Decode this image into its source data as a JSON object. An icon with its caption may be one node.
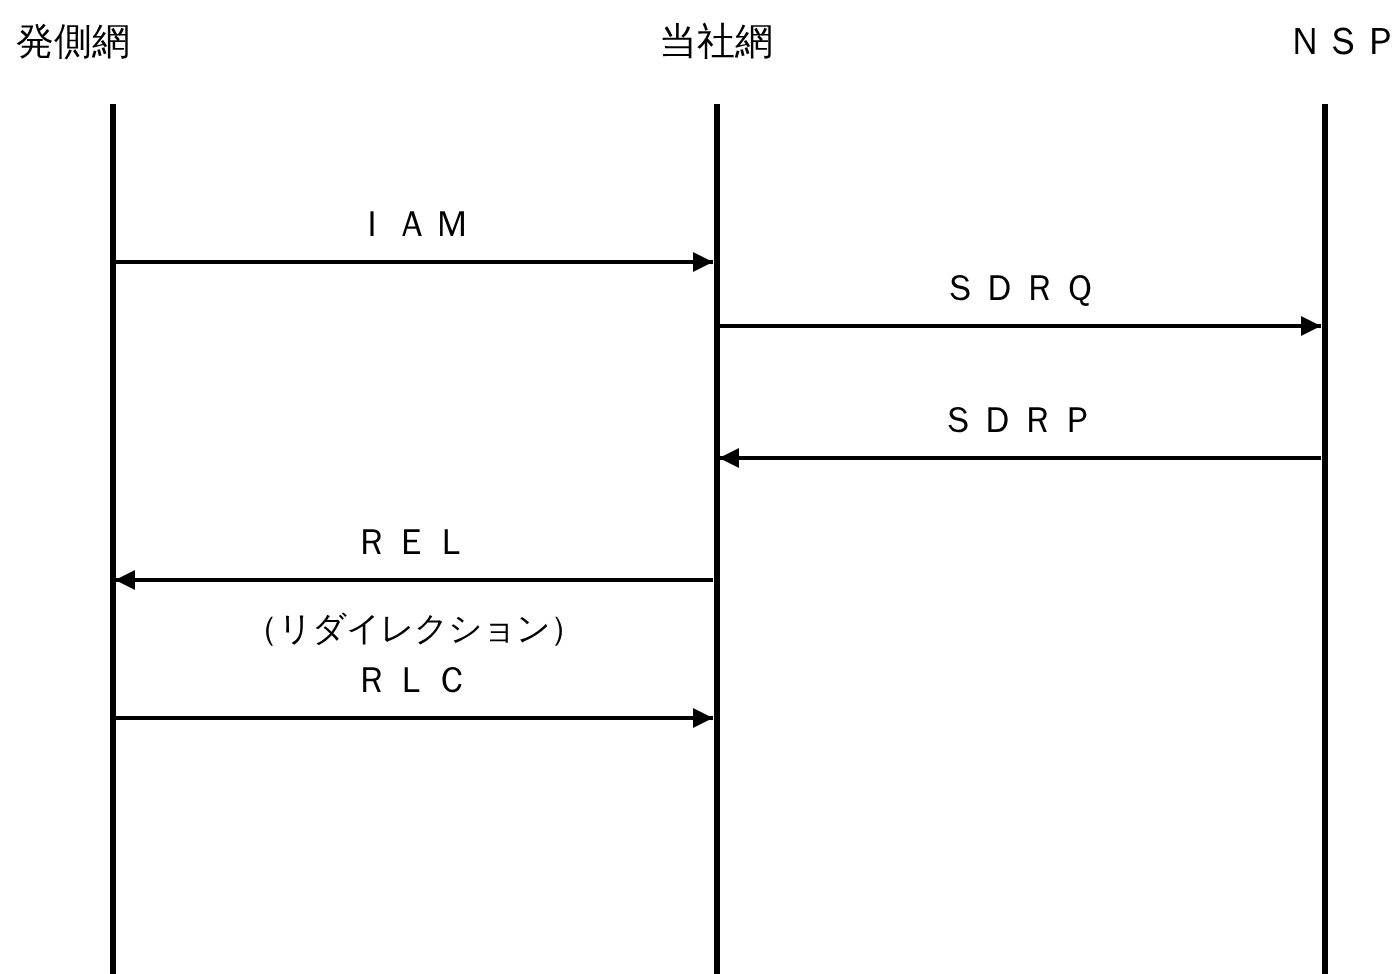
{
  "diagram": {
    "nodes": [
      {
        "text": [
          "発側網"
        ]
      },
      {
        "text": [
          "当社網"
        ]
      },
      {
        "text": [
          "ＮＳＰ"
        ]
      },
      {
        "text": [],
        "shape": "line"
      },
      {
        "text": [],
        "shape": "line"
      },
      {
        "text": [],
        "shape": "line"
      }
    ],
    "edges": [
      {
        "from": 3,
        "to": 4,
        "arrow": "to",
        "label": "ＩＡＭ"
      },
      {
        "from": 4,
        "to": 5,
        "arrow": "to",
        "label": "ＳＤＲＱ"
      },
      {
        "from": 5,
        "to": 4,
        "arrow": "to",
        "label": "ＳＤＲＰ"
      },
      {
        "from": 4,
        "to": 3,
        "arrow": "to",
        "label": "ＲＥＬ"
      },
      {
        "from": 3,
        "to": 4,
        "arrow": "to",
        "label": "ＲＬＣ"
      }
    ],
    "labels": [
      "（リダイレクション）"
    ]
  }
}
